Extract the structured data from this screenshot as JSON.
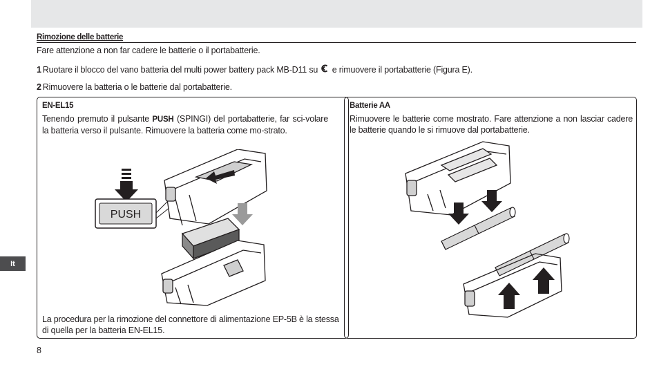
{
  "section": {
    "heading": "Rimozione delle batterie",
    "intro": "Fare attenzione a non far cadere le batterie o il portabatterie."
  },
  "steps": [
    {
      "number": "1",
      "text_before": "Ruotare il blocco del vano batteria del multi power battery pack MB-D11 su",
      "icon": "release-dial-icon",
      "text_after": "e rimuovere il portabatterie (Figura E)."
    },
    {
      "number": "2",
      "text": "Rimuovere la batteria o le batterie dal portabatterie."
    }
  ],
  "boxes": {
    "en_el15": {
      "title": "EN-EL15",
      "text_before": "Tenendo premuto il pulsante",
      "push_word": "PUSH",
      "text_after": "(SPINGI) del portabatterie, far sci-volare la batteria verso il pulsante. Rimuovere la batteria come mo-strato.",
      "illustration_label": "PUSH",
      "note": "La procedura per la rimozione del connettore di alimentazione EP-5B è la stessa di quella per la batteria EN-EL15."
    },
    "aa": {
      "title": "Batterie AA",
      "text": "Rimuovere le batterie come mostrato. Fare attenzione a non lasciar cadere le batterie quando le si rimuove dal portabatterie."
    }
  },
  "sidebar_tab": "It",
  "page_number": "8",
  "colors": {
    "text": "#231f20",
    "band": "#e6e7e8",
    "tab": "#4d4d4f",
    "arrow": "#231f20",
    "arrow_light": "#9a9a9a"
  }
}
